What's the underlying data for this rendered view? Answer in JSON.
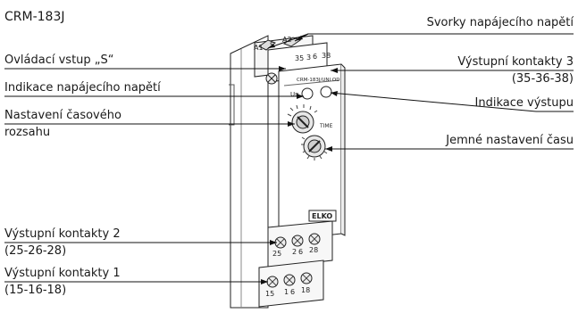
{
  "model": "CRM-183J",
  "labels": {
    "supply_terminals": "Svorky napájecího napětí",
    "control_input": "Ovládací vstup „S“",
    "output_contacts_3": "Výstupní kontakty 3",
    "output_contacts_3_terminals": "(35-36-38)",
    "supply_indication": "Indikace napájecího napětí",
    "time_range_setting_line1": "Nastavení časového",
    "time_range_setting_line2": "rozsahu",
    "output_indication": "Indikace výstupu",
    "fine_time_setting": "Jemné nastavení času",
    "output_contacts_2": "Výstupní kontakty 2",
    "output_contacts_2_terminals": "(25-26-28)",
    "output_contacts_1": "Výstupní kontakty 1",
    "output_contacts_1_terminals": "(15-16-18)"
  },
  "device": {
    "front_label": "CRM-183J/UNI  OD",
    "supply_led": "Un",
    "time_label": "TIME",
    "brand": "ELKO",
    "top_terminals": {
      "a1": "A1",
      "s": "S",
      "a2": "A2"
    },
    "top_contact_numbers": [
      "35",
      "3",
      "6",
      "38"
    ],
    "middle_contact_numbers": [
      "25",
      "2",
      "6",
      "28"
    ],
    "bottom_contact_numbers": [
      "15",
      "1",
      "6",
      "18"
    ]
  }
}
